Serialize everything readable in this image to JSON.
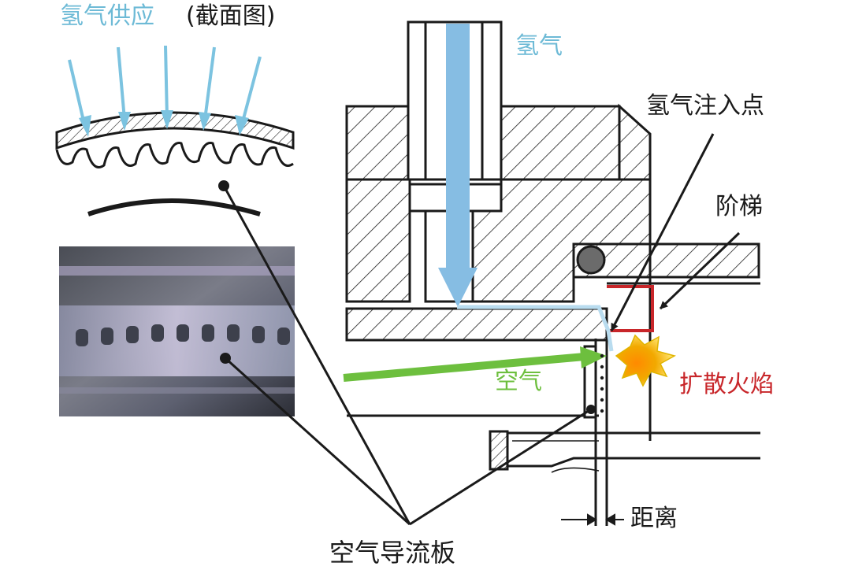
{
  "labels": {
    "hydrogen_supply": "氢气供应",
    "cross_section": "(截面图)",
    "hydrogen": "氢气",
    "injection_point": "氢气注入点",
    "step": "阶梯",
    "air": "空气",
    "diffusion_flame": "扩散火焰",
    "distance": "距离",
    "air_baffle": "空气导流板"
  },
  "colors": {
    "hydrogen_blue": "#6dbad6",
    "air_green": "#6dbf3e",
    "flame_red": "#c8262a",
    "line": "#1a1a1a"
  }
}
